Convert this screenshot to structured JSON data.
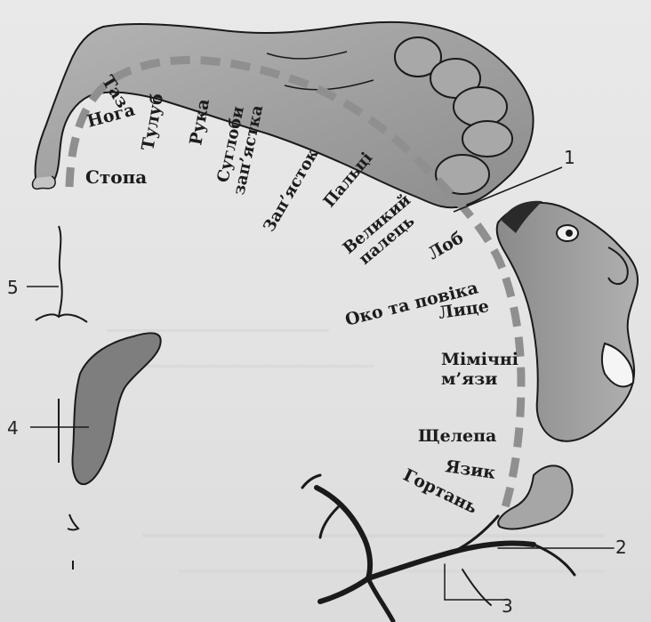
{
  "labels": {
    "taz": "Таз",
    "noha": "Нога",
    "tulub": "Тулуб",
    "stopa": "Стопа",
    "ruka": "Рука",
    "suhlobu_1": "Суглоби",
    "suhlobu_2": "зап’ястка",
    "zapyastok": "Зап’ясток",
    "paltsi": "Пальці",
    "velykyi_1": "Великий",
    "velykyi_2": "палець",
    "lob": "Лоб",
    "oko": "Око та повіка",
    "lytse": "Лице",
    "mimichni_1": "Мімічні",
    "mimichni_2": "м’язи",
    "shchelepa": "Щелепа",
    "yazyk": "Язик",
    "hortan": "Гортань"
  },
  "markers": {
    "m1": "1",
    "m2": "2",
    "m3": "3",
    "m4": "4",
    "m5": "5"
  },
  "colors": {
    "outline": "#1a1a1a",
    "body_fill": "#9a9a9a",
    "band_dash": "#8f8f8f",
    "region_fill": "#7e7e7e",
    "background": "#e6e6e6"
  }
}
